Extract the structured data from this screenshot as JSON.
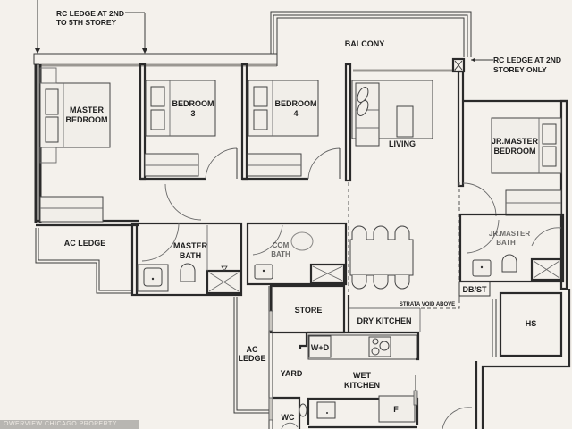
{
  "plan": {
    "type": "residential-floor-plan",
    "background": "#f4f1ec",
    "line_color": "#2a2a2a"
  },
  "annotations": {
    "rc_ledge_left_line1": "RC LEDGE AT 2ND",
    "rc_ledge_left_line2": "TO 5TH STOREY",
    "rc_ledge_right_line1": "RC LEDGE AT 2ND",
    "rc_ledge_right_line2": "STOREY ONLY",
    "strata_void": "STRATA VOID ABOVE"
  },
  "rooms": {
    "balcony": "BALCONY",
    "master_bedroom_line1": "MASTER",
    "master_bedroom_line2": "BEDROOM",
    "bedroom3_line1": "BEDROOM",
    "bedroom3_line2": "3",
    "bedroom4_line1": "BEDROOM",
    "bedroom4_line2": "4",
    "living": "LIVING",
    "jr_master_line1": "JR.MASTER",
    "jr_master_line2": "BEDROOM",
    "ac_ledge_left": "AC LEDGE",
    "master_bath_line1": "MASTER",
    "master_bath_line2": "BATH",
    "common_bath_blurred_line1": "COM",
    "common_bath_blurred_line2": "BATH",
    "jr_bath_blurred_line1": "JR.MASTER",
    "jr_bath_blurred_line2": "BATH",
    "db_st": "DB/ST",
    "hs": "HS",
    "store": "STORE",
    "dry_kitchen": "DRY KITCHEN",
    "ac_ledge_bottom_line1": "AC",
    "ac_ledge_bottom_line2": "LEDGE",
    "yard": "YARD",
    "wet_kitchen_line1": "WET",
    "wet_kitchen_line2": "KITCHEN",
    "washer_dryer": "W+D",
    "fridge": "F",
    "wc": "WC"
  },
  "watermark": {
    "text": "OWERVIEW CHICAGO PROPERTY"
  }
}
